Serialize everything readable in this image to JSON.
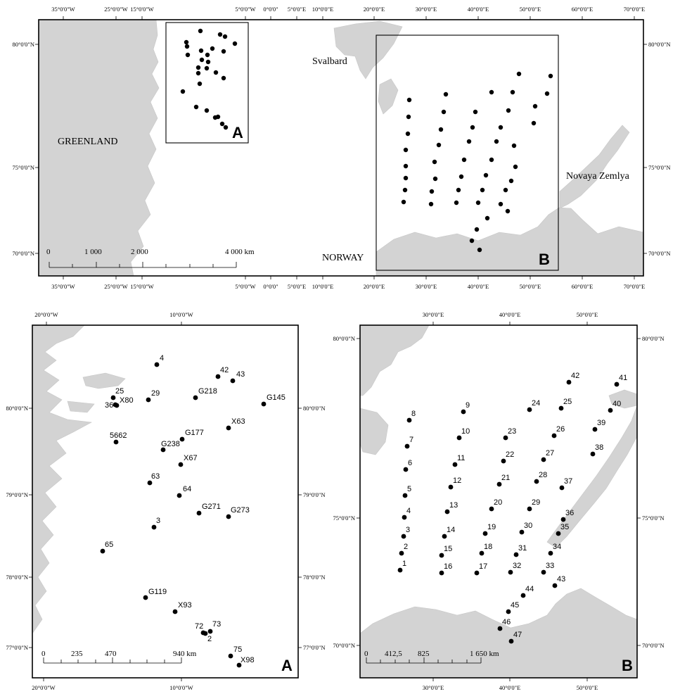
{
  "overview": {
    "top_lon_labels": [
      "35°0'0\"W",
      "25°0'0\"W",
      "15°0'0\"W",
      "5°0'0\"W",
      "0°0'0\"",
      "5°0'0\"E",
      "10°0'0\"E",
      "20°0'0\"E",
      "30°0'0\"E",
      "40°0'0\"E",
      "50°0'0\"E",
      "60°0'0\"E",
      "70°0'0\"E"
    ],
    "bottom_lon_labels": [
      "35°0'0\"W",
      "25°0'0\"W",
      "15°0'0\"W",
      "5°0'0\"W",
      "0°0'0\"",
      "5°0'0\"E",
      "10°0'0\"E",
      "20°0'0\"E",
      "30°0'0\"E",
      "40°0'0\"E",
      "50°0'0\"E",
      "60°0'0\"E",
      "70°0'0\"E"
    ],
    "lat_labels": [
      "80°0'0\"N",
      "75°0'0\"N",
      "70°0'0\"N"
    ],
    "labels": {
      "greenland": "GREENLAND",
      "svalbard": "Svalbard",
      "norway": "NORWAY",
      "novaya": "Novaya Zemlya",
      "box_a": "A",
      "box_b": "B"
    },
    "scale_labels": [
      "0",
      "1 000",
      "2 000",
      "4 000 km"
    ]
  },
  "panel_a": {
    "letter": "A",
    "top_lon_labels": [
      "20°0'0\"W",
      "10°0'0\"W"
    ],
    "bottom_lon_labels": [
      "20°0'0\"W",
      "10°0'0\"W"
    ],
    "lat_labels": [
      "80°0'0\"N",
      "79°0'0\"N",
      "78°0'0\"N",
      "77°0'0\"N"
    ],
    "scale_labels": [
      "0",
      "235",
      "470",
      "940 km"
    ],
    "stations": [
      "4",
      "42",
      "43",
      "25",
      "29",
      "36",
      "X80",
      "G145",
      "G218",
      "X63",
      "5662",
      "G177",
      "G238",
      "X67",
      "63",
      "64",
      "G271",
      "G273",
      "3",
      "65",
      "G119",
      "X93",
      "72",
      "73",
      "2",
      "75",
      "X98"
    ]
  },
  "panel_b": {
    "letter": "B",
    "top_lon_labels": [
      "30°0'0\"E",
      "40°0'0\"E",
      "50°0'0\"E"
    ],
    "bottom_lon_labels": [
      "30°0'0\"E",
      "40°0'0\"E",
      "50°0'0\"E"
    ],
    "left_lat_labels": [
      "80°0'0\"N",
      "75°0'0\"N",
      "70°0'0\"N"
    ],
    "right_lat_labels": [
      "80°0'0\"N",
      "75°0'0\"N",
      "70°0'0\"N"
    ],
    "scale_labels": [
      "0",
      "412,5",
      "825",
      "1 650 km"
    ],
    "stations": [
      "1",
      "2",
      "3",
      "4",
      "5",
      "6",
      "7",
      "8",
      "9",
      "10",
      "11",
      "12",
      "13",
      "14",
      "15",
      "16",
      "17",
      "18",
      "19",
      "20",
      "21",
      "22",
      "23",
      "24",
      "25",
      "26",
      "27",
      "28",
      "29",
      "30",
      "31",
      "32",
      "33",
      "34",
      "35",
      "36",
      "37",
      "38",
      "39",
      "40",
      "41",
      "42",
      "43",
      "44",
      "45",
      "46",
      "47"
    ]
  },
  "colors": {
    "land": "#d3d3d3",
    "ink": "#000000"
  }
}
